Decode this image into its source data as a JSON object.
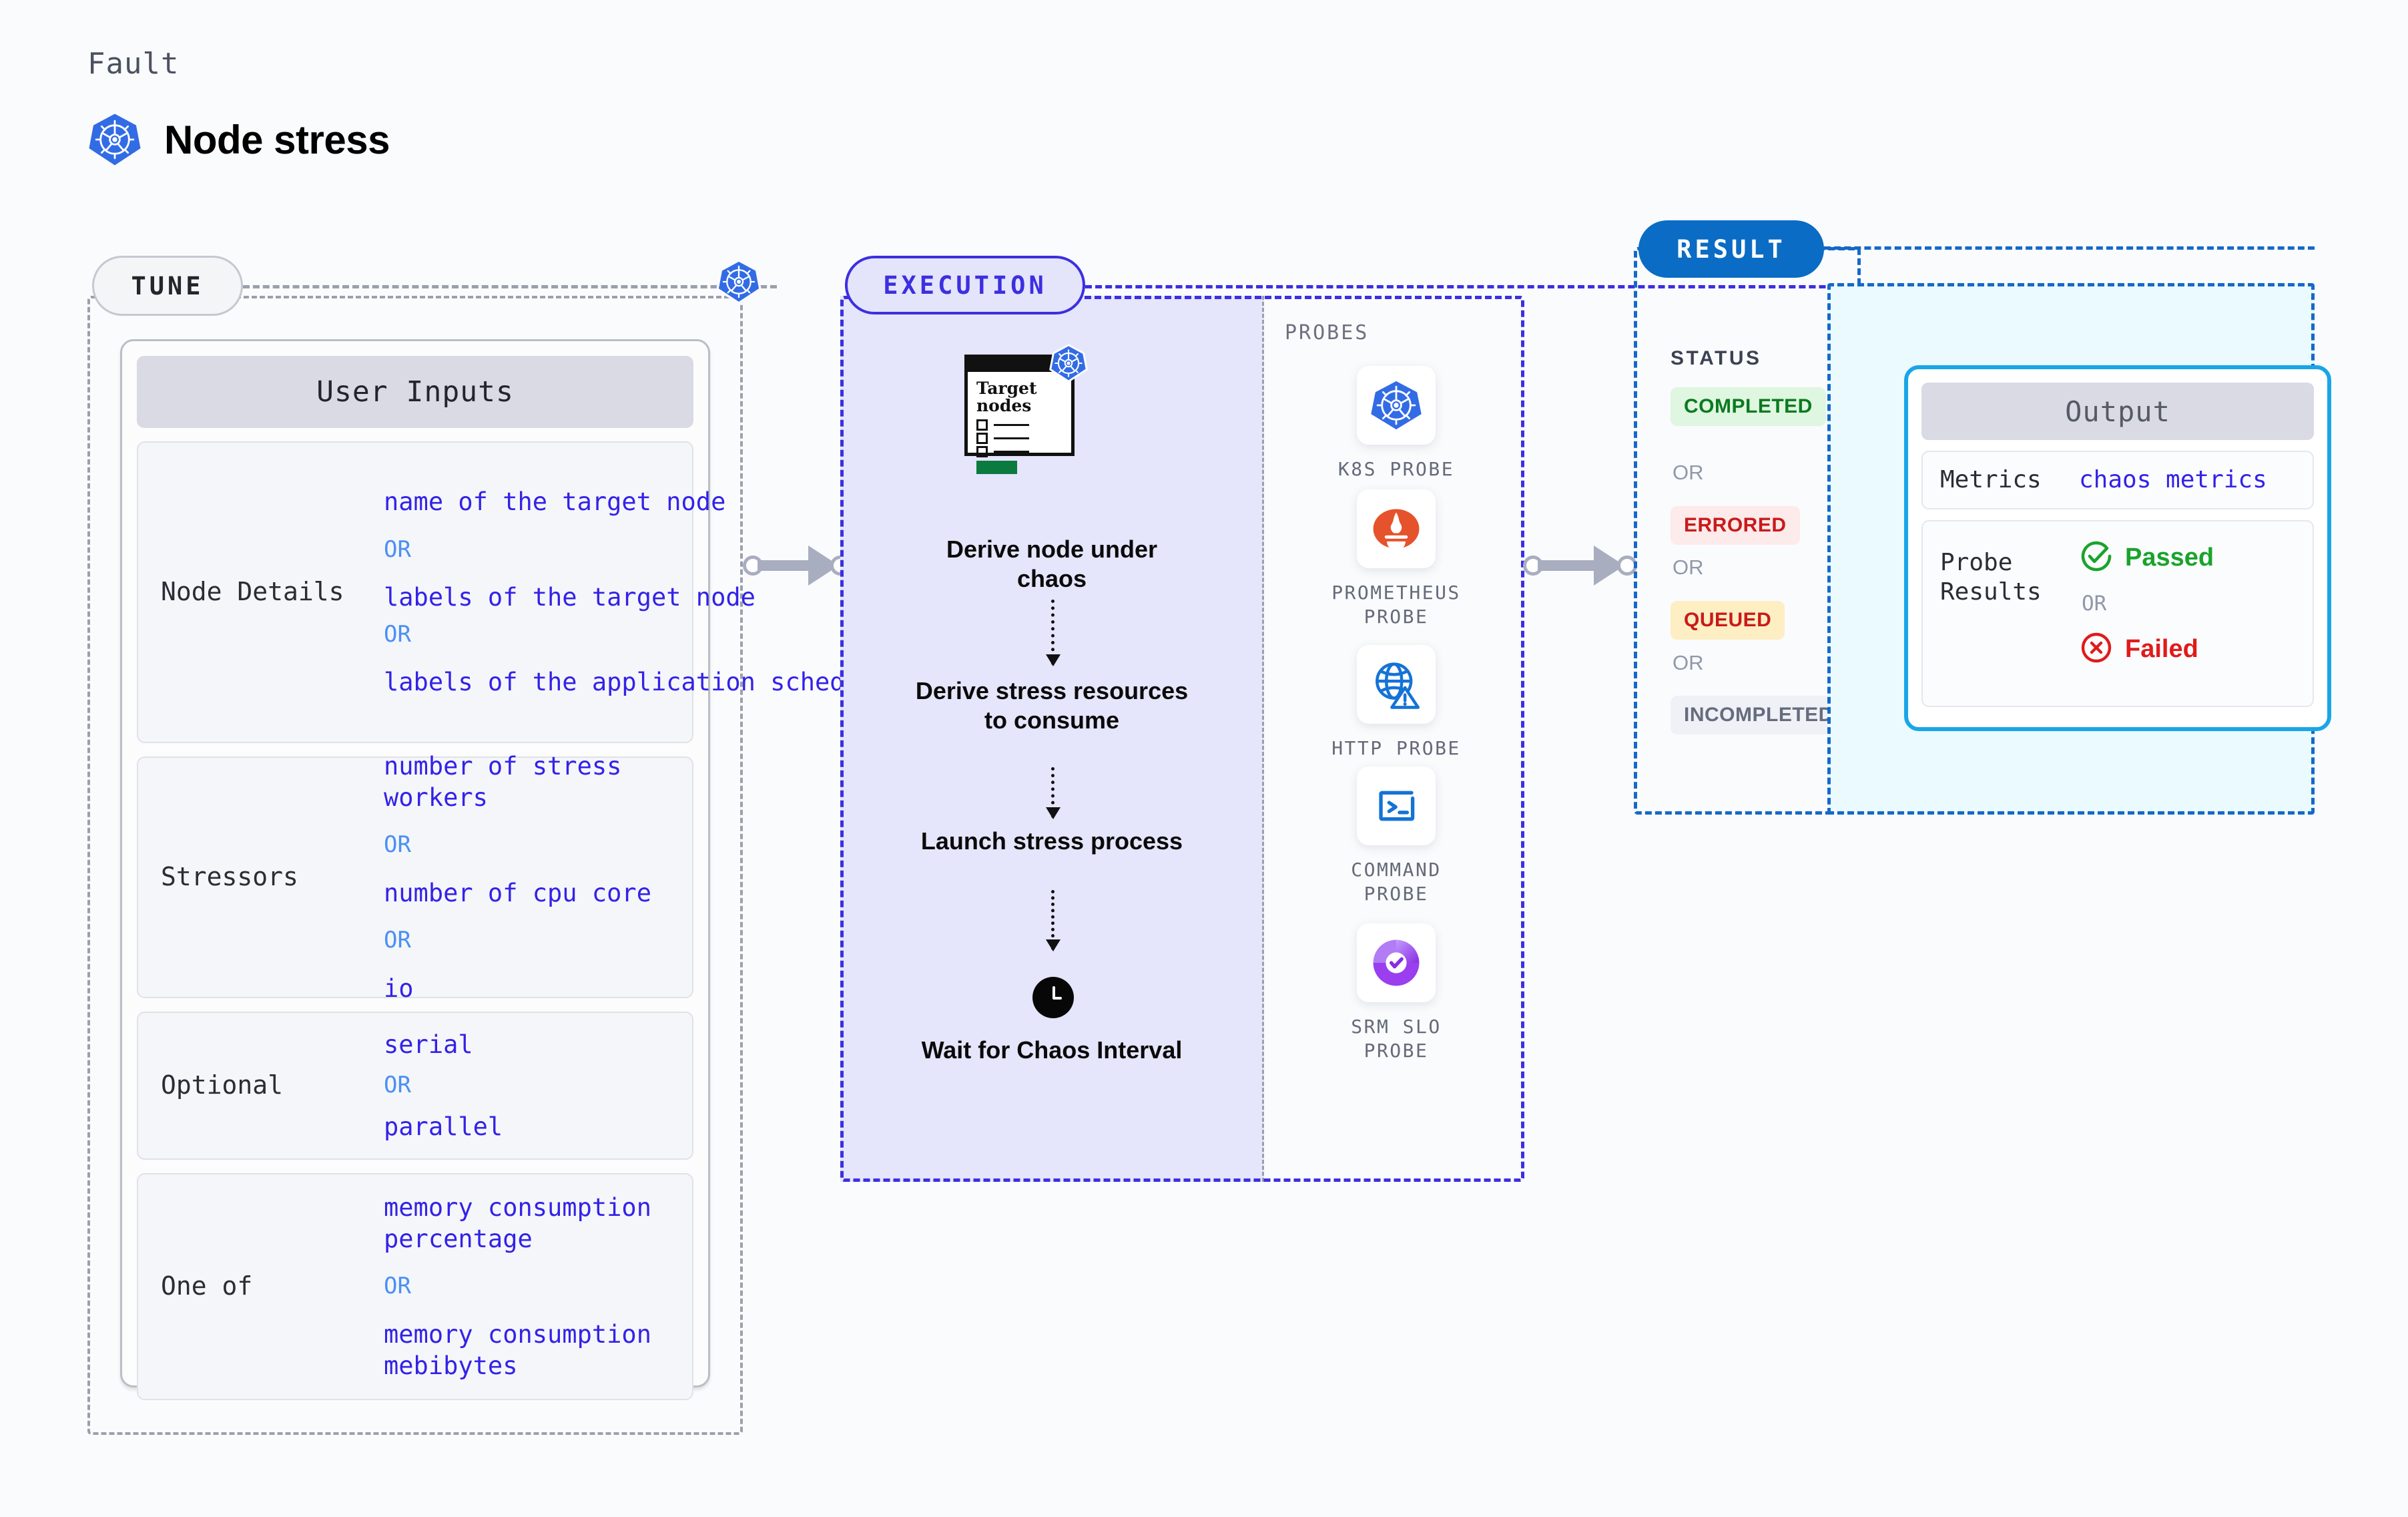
{
  "header": {
    "fault_label": "Fault",
    "title": "Node stress",
    "icon": "kubernetes-icon"
  },
  "tune": {
    "pill_label": "TUNE",
    "card_header": "User Inputs",
    "icon": "kubernetes-icon",
    "groups": [
      {
        "label": "Node Details",
        "options": [
          "name of the target node",
          "labels of the target node",
          "labels of the application scheduled on target node"
        ],
        "separator": "OR"
      },
      {
        "label": "Stressors",
        "options": [
          "number of stress workers",
          "number of cpu core",
          "io"
        ],
        "separator": "OR"
      },
      {
        "label": "Optional",
        "options": [
          "serial",
          "parallel"
        ],
        "separator": "OR"
      },
      {
        "label": "One of",
        "options": [
          "memory consumption percentage",
          "memory consumption mebibytes"
        ],
        "separator": "OR"
      }
    ]
  },
  "execution": {
    "pill_label": "EXECUTION",
    "node_card": {
      "title_line1": "Target",
      "title_line2": "nodes",
      "icon": "kubernetes-icon"
    },
    "steps": [
      "Derive node under chaos",
      "Derive stress resources to consume",
      "Launch stress process",
      "Wait for Chaos Interval"
    ],
    "wait_icon": "clock-icon",
    "probes_title": "PROBES",
    "probes": [
      {
        "name": "K8S PROBE",
        "icon": "kubernetes-icon"
      },
      {
        "name": "PROMETHEUS PROBE",
        "icon": "prometheus-icon"
      },
      {
        "name": "HTTP PROBE",
        "icon": "globe-warning-icon"
      },
      {
        "name": "COMMAND PROBE",
        "icon": "terminal-icon"
      },
      {
        "name": "SRM SLO PROBE",
        "icon": "srm-slo-icon"
      }
    ]
  },
  "result": {
    "pill_label": "RESULT",
    "status_title": "STATUS",
    "separator": "OR",
    "statuses": [
      {
        "label": "COMPLETED",
        "text_color": "#0b7a20",
        "bg_color": "#dff6e0"
      },
      {
        "label": "ERRORED",
        "text_color": "#c91a1a",
        "bg_color": "#fdeaea"
      },
      {
        "label": "QUEUED",
        "text_color": "#c91a1a",
        "bg_color": "#fdeec3"
      },
      {
        "label": "INCOMPLETED",
        "text_color": "#656c7e",
        "bg_color": "#f0f1f6"
      }
    ],
    "output": {
      "header": "Output",
      "metrics_label": "Metrics",
      "metrics_value": "chaos metrics",
      "probe_results_label": "Probe Results",
      "passed_label": "Passed",
      "failed_label": "Failed",
      "separator": "OR",
      "passed_icon": "check-circle-icon",
      "failed_icon": "x-circle-icon"
    }
  },
  "colors": {
    "k8s_blue": "#326ce5",
    "execution_purple": "#3c2fe0",
    "result_blue": "#1569c9",
    "value_blue": "#3322e8"
  }
}
